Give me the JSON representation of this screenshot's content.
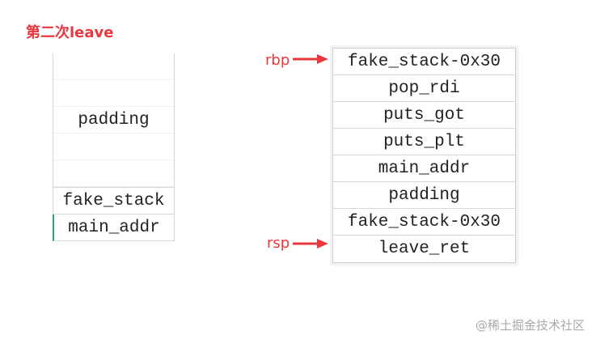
{
  "title": "第二次leave",
  "left_stack": {
    "padding_label": "padding",
    "cells": [
      "fake_stack",
      "main_addr"
    ]
  },
  "right_stack": {
    "cells": [
      "fake_stack-0x30",
      "pop_rdi",
      "puts_got",
      "puts_plt",
      "main_addr",
      "padding",
      "fake_stack-0x30",
      "leave_ret"
    ]
  },
  "pointers": {
    "rbp": "rbp",
    "rsp": "rsp"
  },
  "watermark": "@稀土掘金技术社区",
  "colors": {
    "accent": "#e8383d",
    "marker": "#2aa56b"
  }
}
